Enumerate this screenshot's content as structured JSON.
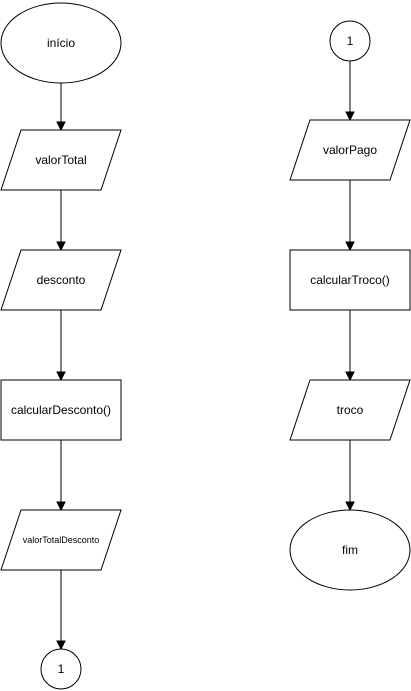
{
  "diagram": {
    "type": "flowchart",
    "nodes": [
      {
        "id": "inicio",
        "shape": "ellipse",
        "label": "início"
      },
      {
        "id": "valorTotal",
        "shape": "parallelogram",
        "label": "valorTotal"
      },
      {
        "id": "desconto",
        "shape": "parallelogram",
        "label": "desconto"
      },
      {
        "id": "calcularDesconto",
        "shape": "process",
        "label": "calcularDesconto()"
      },
      {
        "id": "valorTotalDesconto",
        "shape": "parallelogram",
        "label": "valorTotalDesconto"
      },
      {
        "id": "connector-out",
        "shape": "connector",
        "label": "1"
      },
      {
        "id": "connector-in",
        "shape": "connector",
        "label": "1"
      },
      {
        "id": "valorPago",
        "shape": "parallelogram",
        "label": "valorPago"
      },
      {
        "id": "calcularTroco",
        "shape": "process",
        "label": "calcularTroco()"
      },
      {
        "id": "troco",
        "shape": "parallelogram",
        "label": "troco"
      },
      {
        "id": "fim",
        "shape": "ellipse",
        "label": "fim"
      }
    ],
    "edges": [
      {
        "from": "inicio",
        "to": "valorTotal"
      },
      {
        "from": "valorTotal",
        "to": "desconto"
      },
      {
        "from": "desconto",
        "to": "calcularDesconto"
      },
      {
        "from": "calcularDesconto",
        "to": "valorTotalDesconto"
      },
      {
        "from": "valorTotalDesconto",
        "to": "connector-out"
      },
      {
        "from": "connector-in",
        "to": "valorPago"
      },
      {
        "from": "valorPago",
        "to": "calcularTroco"
      },
      {
        "from": "calcularTroco",
        "to": "troco"
      },
      {
        "from": "troco",
        "to": "fim"
      }
    ]
  }
}
